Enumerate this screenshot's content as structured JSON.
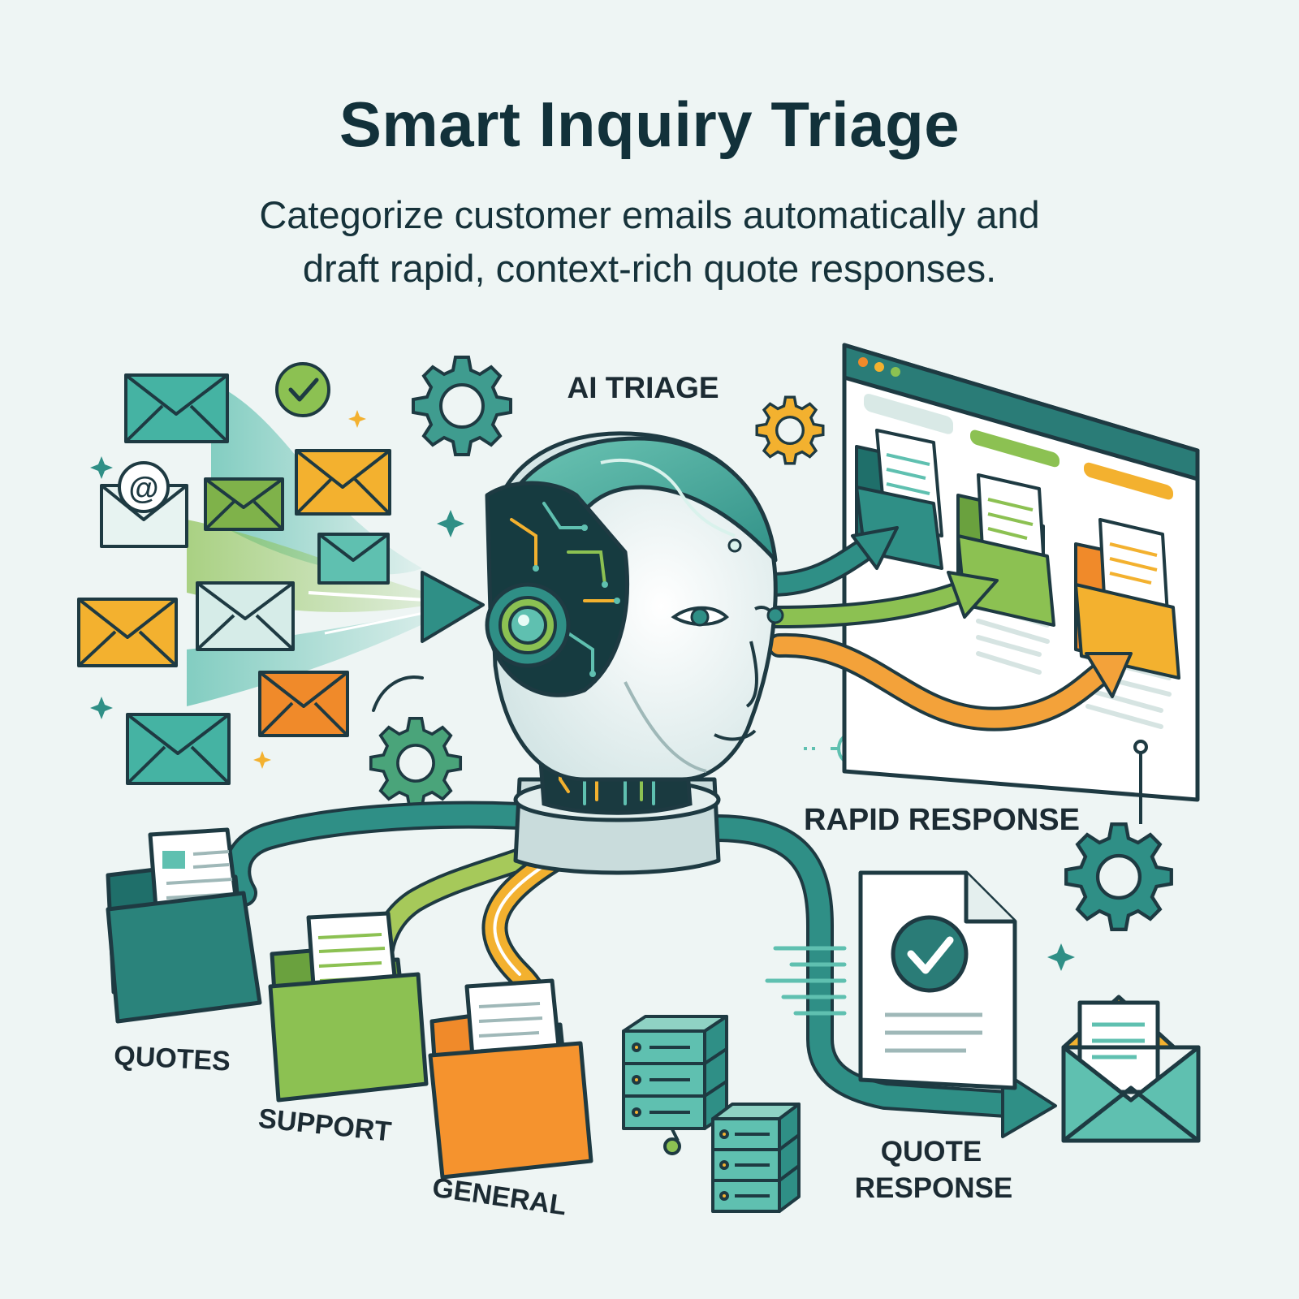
{
  "header": {
    "title": "Smart Inquiry Triage",
    "subtitle_line1": "Categorize customer emails automatically and",
    "subtitle_line2": "draft rapid, context-rich quote responses."
  },
  "labels": {
    "ai_triage": "AI TRIAGE",
    "rapid_response": "RAPID RESPONSE",
    "quotes": "QUOTES",
    "support": "SUPPORT",
    "general": "GENERAL",
    "quote_response_line1": "QUOTE",
    "quote_response_line2": "RESPONSE",
    "email_at_symbol": "@"
  },
  "colors": {
    "teal": "#2f8f86",
    "teal_dark": "#1f6f6a",
    "teal_light": "#5fc0b0",
    "green": "#7fb24a",
    "yellow": "#f3b12f",
    "orange": "#f08a2a",
    "outline": "#1e3a42"
  },
  "icons": [
    "envelope-icon",
    "at-envelope-icon",
    "check-circle-icon",
    "gear-icon",
    "robot-head-icon",
    "folder-icon",
    "browser-window-icon",
    "server-icon",
    "document-check-icon",
    "open-envelope-icon",
    "target-icon",
    "sparkle-icon"
  ]
}
